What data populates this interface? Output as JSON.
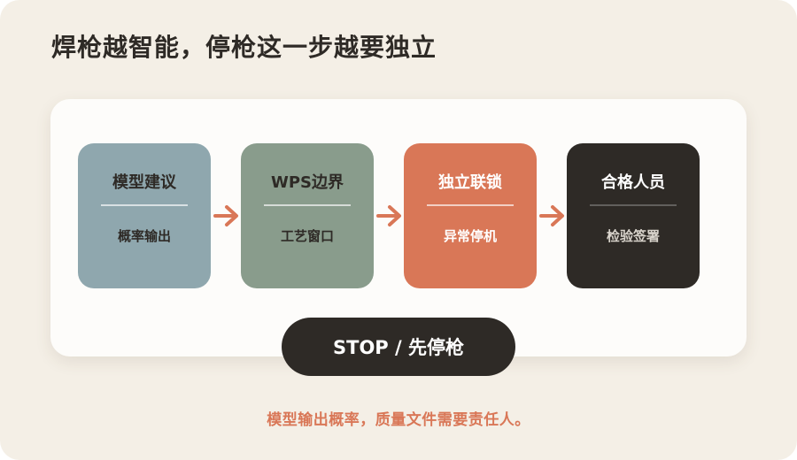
{
  "title": "焊枪越智能，停枪这一步越要独立",
  "steps": [
    {
      "title": "模型建议",
      "subtitle": "概率输出",
      "color": "#8fa7ae"
    },
    {
      "title": "WPS边界",
      "subtitle": "工艺窗口",
      "color": "#899c8c"
    },
    {
      "title": "独立联锁",
      "subtitle": "异常停机",
      "color": "#d97757"
    },
    {
      "title": "合格人员",
      "subtitle": "检验签署",
      "color": "#2e2a26"
    }
  ],
  "arrow_color": "#d97757",
  "stop_button": {
    "label": "STOP / 先停枪"
  },
  "footer": {
    "text": "模型输出概率，质量文件需要责任人。",
    "color": "#d97757"
  }
}
